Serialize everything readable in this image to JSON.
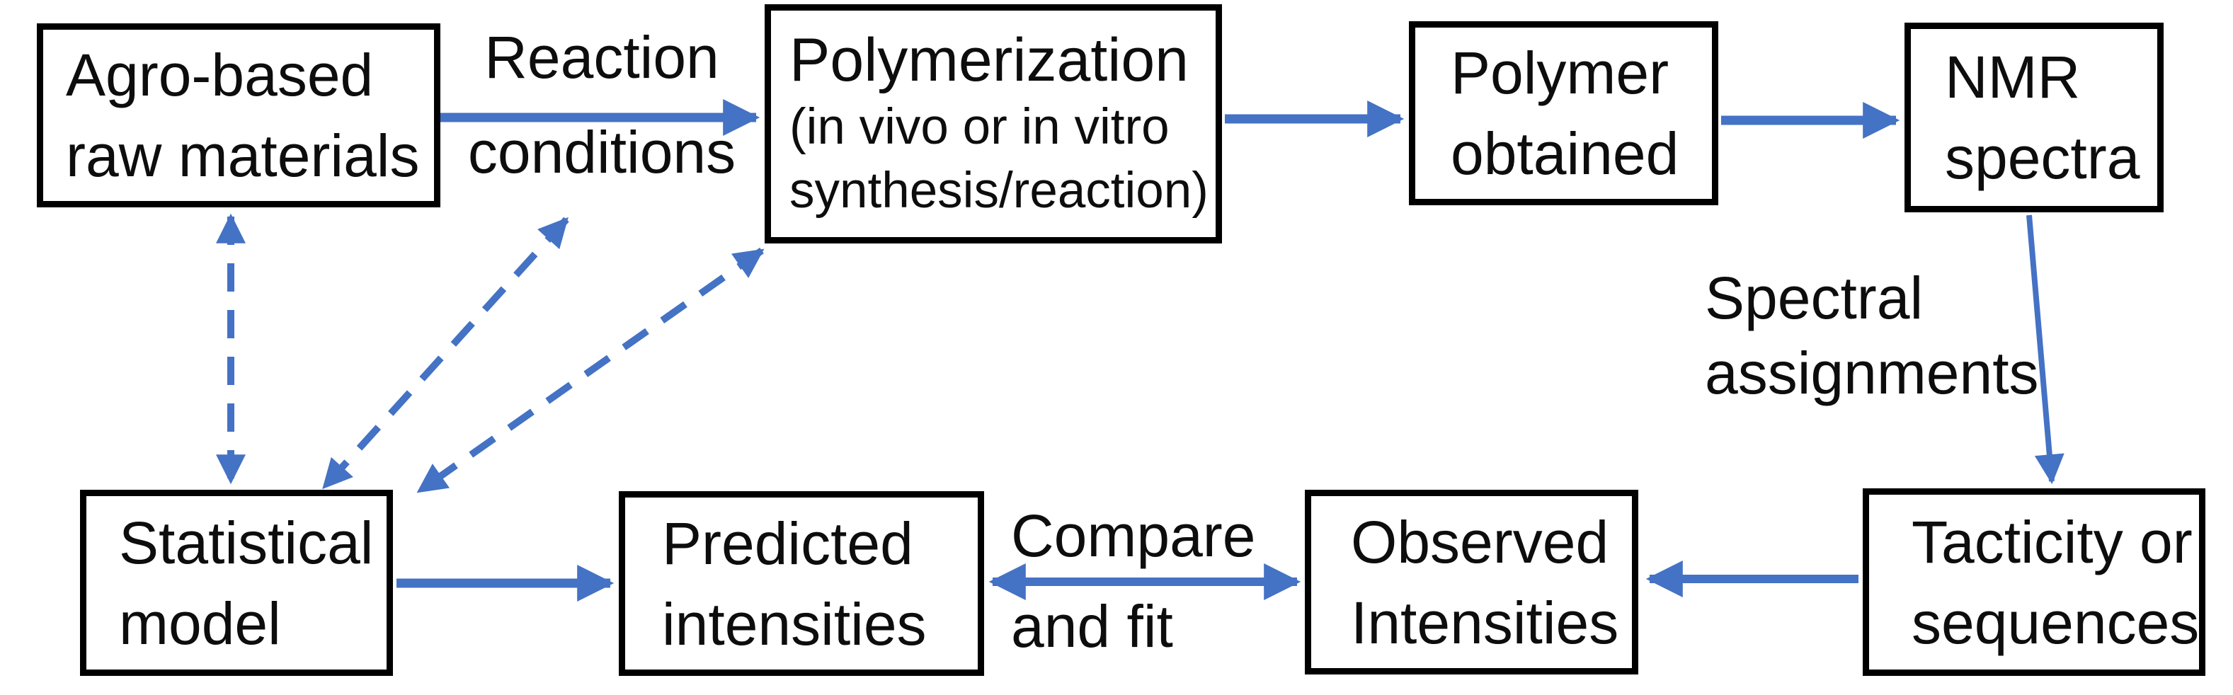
{
  "figure": {
    "kind": "flowchart",
    "background_color": "#ffffff",
    "box_border_color": "#000000",
    "text_color": "#0d0d0d",
    "arrow_color": "#4472C4",
    "nodes": {
      "agro": {
        "lines": [
          "Agro-based",
          "raw materials"
        ]
      },
      "polymerization": {
        "lines": [
          "Polymerization",
          "(in vivo or in vitro",
          "synthesis/reaction)"
        ]
      },
      "polymer_obtained": {
        "lines": [
          "Polymer",
          "obtained"
        ]
      },
      "nmr_spectra": {
        "lines": [
          "NMR",
          "spectra"
        ]
      },
      "statistical_model": {
        "lines": [
          "Statistical",
          "model"
        ]
      },
      "predicted_intensities": {
        "lines": [
          "Predicted",
          "intensities"
        ]
      },
      "observed_intensities": {
        "lines": [
          "Observed",
          "Intensities"
        ]
      },
      "tacticity_or_sequences": {
        "lines": [
          "Tacticity or",
          "sequences"
        ]
      }
    },
    "edge_labels": {
      "reaction_conditions": {
        "lines": [
          "Reaction",
          "conditions"
        ]
      },
      "spectral_assignments": {
        "lines": [
          "Spectral",
          "assignments"
        ]
      },
      "compare_and_fit": {
        "lines": [
          "Compare",
          "and fit"
        ]
      }
    },
    "edges": [
      {
        "from": "agro",
        "to": "polymerization",
        "style": "solid",
        "label": "Reaction conditions"
      },
      {
        "from": "polymerization",
        "to": "polymer_obtained",
        "style": "solid",
        "label": ""
      },
      {
        "from": "polymer_obtained",
        "to": "nmr_spectra",
        "style": "solid",
        "label": ""
      },
      {
        "from": "nmr_spectra",
        "to": "tacticity_or_sequences",
        "style": "solid",
        "label": "Spectral assignments"
      },
      {
        "from": "statistical_model",
        "to": "predicted_intensities",
        "style": "solid",
        "label": ""
      },
      {
        "from": "predicted_intensities",
        "to": "observed_intensities",
        "style": "solid-double-headed",
        "label": "Compare and fit"
      },
      {
        "from": "tacticity_or_sequences",
        "to": "observed_intensities",
        "style": "solid",
        "label": ""
      },
      {
        "from": "statistical_model",
        "to": "agro",
        "style": "dashed-double-headed",
        "label": ""
      },
      {
        "from": "statistical_model",
        "to": "reaction_conditions_label",
        "style": "dashed-double-headed",
        "label": ""
      },
      {
        "from": "statistical_model",
        "to": "polymerization",
        "style": "dashed-double-headed",
        "label": ""
      }
    ]
  }
}
